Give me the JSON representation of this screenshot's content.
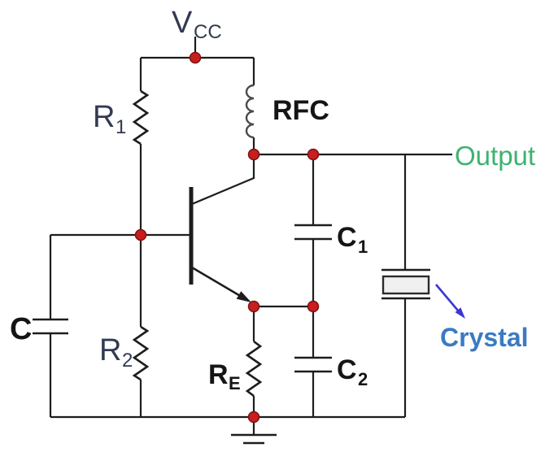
{
  "diagram": {
    "kind": "circuit-schematic",
    "subject": "transistor crystal oscillator",
    "background": "#ffffff",
    "colors": {
      "wire": "#1d1d1d",
      "junction_dot": "#c81e1e",
      "supply_label": "#333a52",
      "component_label": "#151515",
      "output_label": "#3cb371",
      "crystal_label": "#3a7bc2",
      "crystal_arrow": "#3c35d2",
      "crystal_body_fill": "#f0f0f0"
    },
    "labels": {
      "vcc": {
        "main": "V",
        "sub": "CC"
      },
      "r1": {
        "main": "R",
        "sub": "1"
      },
      "r2": {
        "main": "R",
        "sub": "2"
      },
      "re": {
        "main": "R",
        "sub": "E"
      },
      "c": {
        "main": "C"
      },
      "c1": {
        "main": "C",
        "sub": "1"
      },
      "c2": {
        "main": "C",
        "sub": "2"
      },
      "rfc": "RFC",
      "output": "Output",
      "crystal": "Crystal"
    },
    "components": [
      {
        "id": "VCC",
        "type": "supply-node"
      },
      {
        "id": "R1",
        "type": "resistor"
      },
      {
        "id": "R2",
        "type": "resistor"
      },
      {
        "id": "RE",
        "type": "resistor"
      },
      {
        "id": "RFC",
        "type": "inductor"
      },
      {
        "id": "C",
        "type": "capacitor"
      },
      {
        "id": "C1",
        "type": "capacitor"
      },
      {
        "id": "C2",
        "type": "capacitor"
      },
      {
        "id": "Q",
        "type": "npn-transistor"
      },
      {
        "id": "Crystal",
        "type": "quartz-crystal"
      },
      {
        "id": "GND",
        "type": "ground"
      }
    ],
    "junction_count": 7
  }
}
